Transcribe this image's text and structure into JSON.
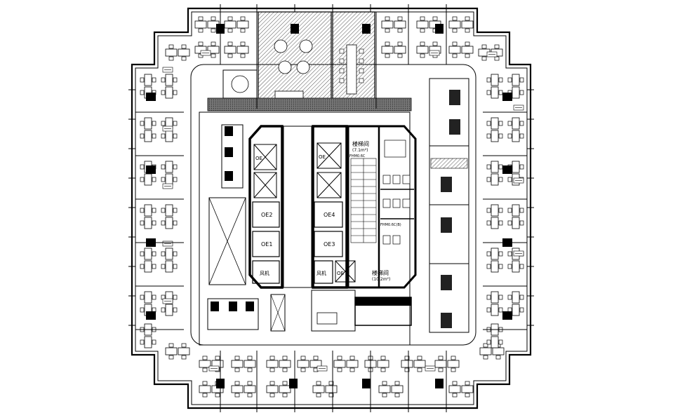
{
  "plan": {
    "core_labels": {
      "oe1_left": "OE1",
      "oe2_left": "OE2",
      "oe3_right": "OE3",
      "oe4_right": "OE4",
      "shaft_left": "风机",
      "shaft_right": "风机",
      "stair_top": "楼梯间",
      "stair_top_area": "(7.1m²)",
      "stair_bottom": "楼梯间",
      "stair_bottom_area": "(10.2m²)",
      "fhmc_top": "FHM0.6C",
      "fhmc_mid": "FHM0.6C(B)",
      "lift_small_1": "OE",
      "lift_small_2": "OE",
      "lift_small_3": "OE"
    }
  }
}
